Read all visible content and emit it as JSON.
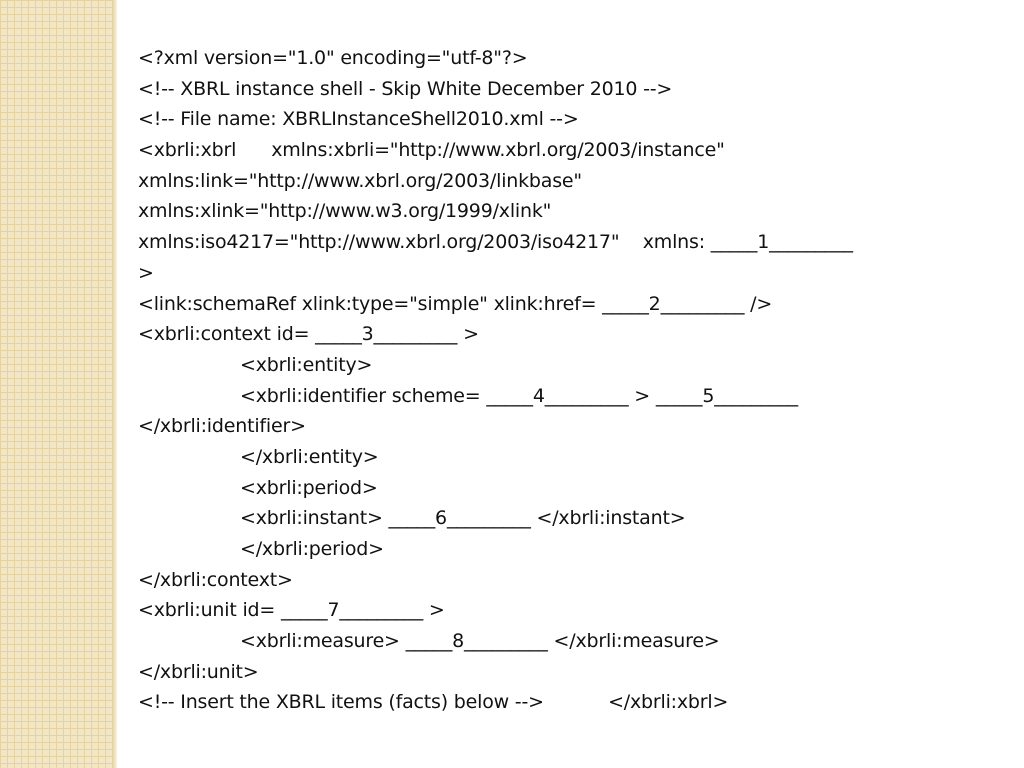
{
  "lines": [
    {
      "text": "<?xml version=\"1.0\" encoding=\"utf-8\"?>",
      "indent": false
    },
    {
      "text": "<!-- XBRL instance shell - Skip White December 2010 -->",
      "indent": false
    },
    {
      "text": "<!-- File name: XBRLInstanceShell2010.xml -->",
      "indent": false
    },
    {
      "text": "<xbrli:xbrl      xmlns:xbrli=\"http://www.xbrl.org/2003/instance\"",
      "indent": false
    },
    {
      "text": "xmlns:link=\"http://www.xbrl.org/2003/linkbase\"",
      "indent": false
    },
    {
      "text": "xmlns:xlink=\"http://www.w3.org/1999/xlink\"",
      "indent": false
    },
    {
      "text": "xmlns:iso4217=\"http://www.xbrl.org/2003/iso4217\"    xmlns: _____1_________",
      "indent": false
    },
    {
      "text": ">",
      "indent": false
    },
    {
      "text": "<link:schemaRef xlink:type=\"simple\" xlink:href= _____2_________ />",
      "indent": false
    },
    {
      "text": "<xbrli:context id= _____3_________ >",
      "indent": false
    },
    {
      "text": "<xbrli:entity>",
      "indent": true
    },
    {
      "text": "<xbrli:identifier scheme= _____4_________ > _____5_________",
      "indent": true
    },
    {
      "text": "</xbrli:identifier>",
      "indent": false
    },
    {
      "text": "</xbrli:entity>",
      "indent": true
    },
    {
      "text": "<xbrli:period>",
      "indent": true
    },
    {
      "text": "<xbrli:instant> _____6_________ </xbrli:instant>",
      "indent": true
    },
    {
      "text": "</xbrli:period>",
      "indent": true
    },
    {
      "text": "</xbrli:context>",
      "indent": false
    },
    {
      "text": "<xbrli:unit id= _____7_________ >",
      "indent": false
    },
    {
      "text": "<xbrli:measure> _____8_________ </xbrli:measure>",
      "indent": true
    },
    {
      "text": "</xbrli:unit>",
      "indent": false
    },
    {
      "text": "<!-- Insert the XBRL items (facts) below -->           </xbrli:xbrl>",
      "indent": false
    }
  ],
  "colors": {
    "strip": "#f2e6c4",
    "strip_grid": "#e4d2a0",
    "text": "#111111",
    "background": "#ffffff"
  }
}
